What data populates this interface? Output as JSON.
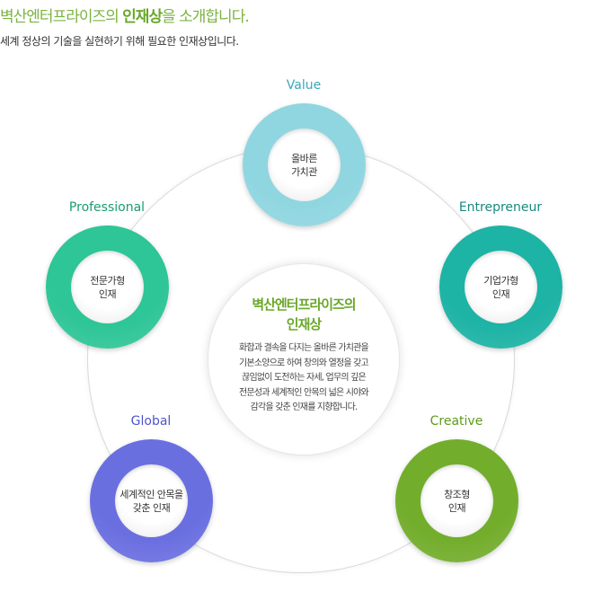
{
  "header": {
    "title_pre": "벽산엔터프라이즈의 ",
    "title_bold": "인재상",
    "title_post": "을 소개합니다.",
    "subtitle": "세계 정상의 기술을 실현하기 위해 필요한 인재상입니다."
  },
  "center": {
    "title_line1": "벽산엔터프라이즈의",
    "title_line2": "인재상",
    "desc": [
      "화합과 결속을 다지는 올바른 가치관을",
      "기본소양으로 하여 창의와 열정을 갖고",
      "끊임없이 도전하는 자세, 업무의 깊은",
      "전문성과 세계적인 안목의 넓은 시야와",
      "감각을 갖춘 인재를 지향합니다."
    ]
  },
  "nodes": [
    {
      "label": "Value",
      "line1": "올바른",
      "line2": "가치관",
      "color": "#8fd6e0",
      "label_color": "#3aa8b8"
    },
    {
      "label": "Professional",
      "line1": "전문가형",
      "line2": "인재",
      "color": "#2ec597",
      "label_color": "#1a9e6e"
    },
    {
      "label": "Entrepreneur",
      "line1": "기업가형",
      "line2": "인재",
      "color": "#1db3a5",
      "label_color": "#178a80"
    },
    {
      "label": "Global",
      "line1": "세계적인 안목을",
      "line2": "갖춘 인재",
      "color": "#6a6fe0",
      "label_color": "#4f55c8"
    },
    {
      "label": "Creative",
      "line1": "창조형",
      "line2": "인재",
      "color": "#73ad2c",
      "label_color": "#5e9a1c"
    }
  ]
}
